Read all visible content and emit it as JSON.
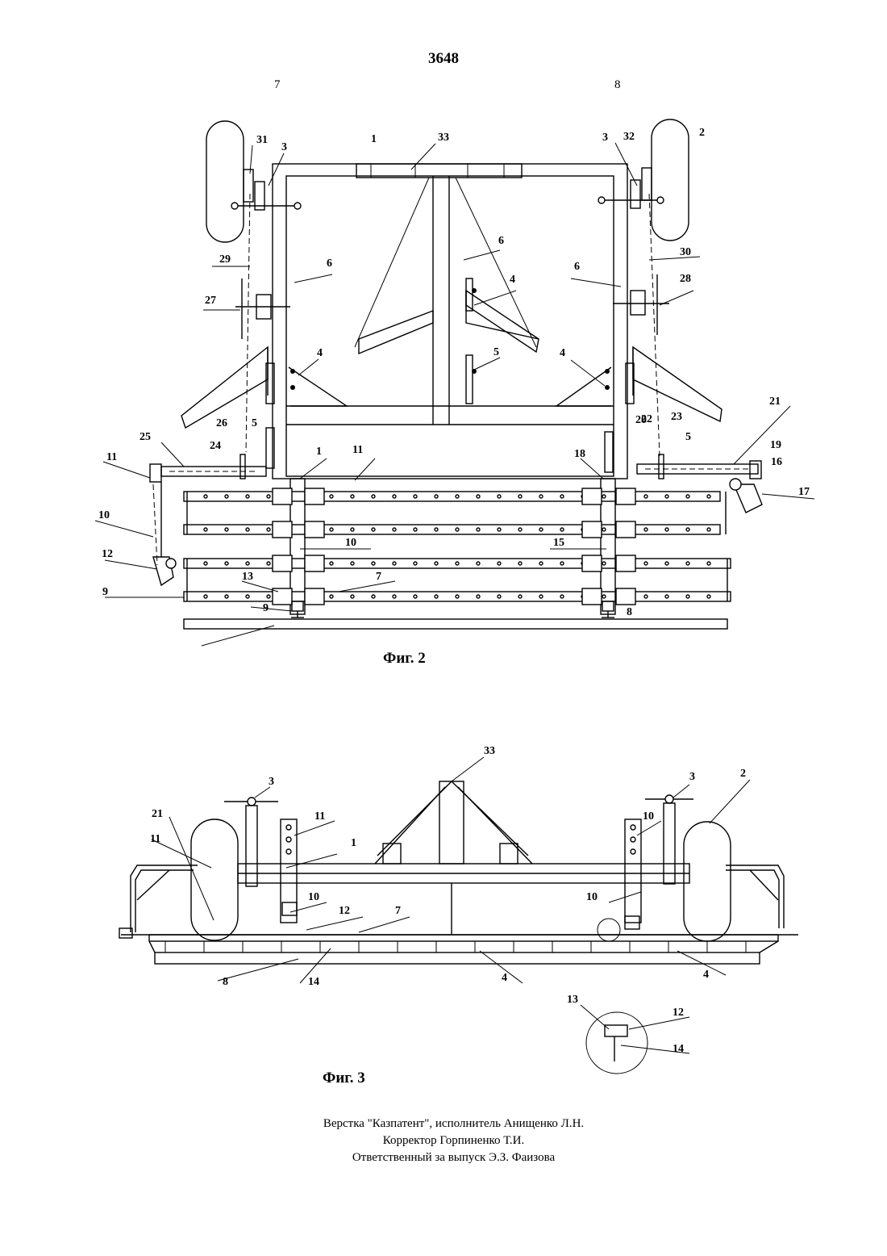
{
  "page": {
    "number": "3648",
    "col_left": "7",
    "col_right": "8"
  },
  "fig2": {
    "caption": "Фиг. 2",
    "labels": [
      "1",
      "33",
      "2",
      "31",
      "3",
      "3",
      "32",
      "29",
      "30",
      "6",
      "6",
      "6",
      "4",
      "27",
      "28",
      "4",
      "4",
      "5",
      "5",
      "22",
      "21",
      "25",
      "26",
      "23",
      "24",
      "5",
      "20",
      "19",
      "11",
      "1",
      "11",
      "18",
      "16",
      "17",
      "10",
      "10",
      "15",
      "12",
      "13",
      "7",
      "9",
      "9",
      "8"
    ]
  },
  "fig3": {
    "caption": "Фиг. 3",
    "labels": [
      "33",
      "3",
      "3",
      "2",
      "21",
      "11",
      "11",
      "10",
      "1",
      "10",
      "10",
      "12",
      "7",
      "8",
      "14",
      "4",
      "4",
      "13",
      "12",
      "14"
    ]
  },
  "footer": {
    "line1": "Верстка \"Казпатент\", исполнитель Анищенко Л.Н.",
    "line2": "Корректор Горпиненко Т.И.",
    "line3": "Ответственный за выпуск Э.З. Фаизова"
  }
}
